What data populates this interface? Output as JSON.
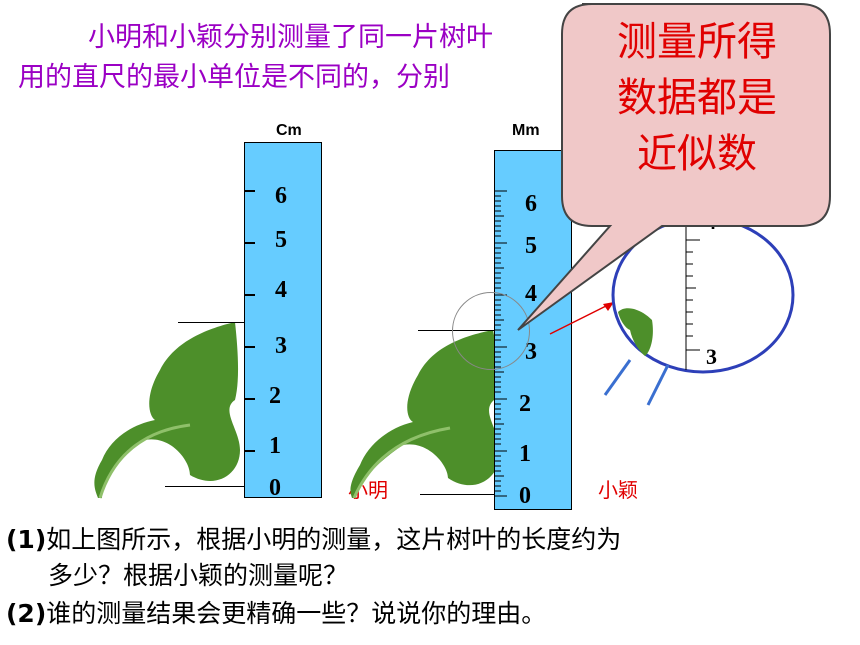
{
  "intro": {
    "line1": "小明和小颖分别测量了同一片树叶",
    "line2": "用的直尺的最小单位是不同的，分别"
  },
  "ruler_left": {
    "unit": "Cm",
    "numbers": [
      "6",
      "5",
      "4",
      "3",
      "2",
      "1",
      "0"
    ],
    "owner": "小明"
  },
  "ruler_right": {
    "unit": "Mm",
    "numbers": [
      "6",
      "5",
      "4",
      "3",
      "2",
      "1",
      "0"
    ],
    "owner": "小颖"
  },
  "zoom": {
    "top": "4",
    "bottom": "3"
  },
  "callout": {
    "lines": [
      "测量所得",
      "数据都是",
      "近似数"
    ]
  },
  "questions": {
    "q1_num": "(1)",
    "q1_line1": "如上图所示，根据小明的测量，这片树叶的长度约为",
    "q1_line2": "多少？根据小颖的测量呢？",
    "q2_num": "(2)",
    "q2_text": "谁的测量结果会更精确一些？说说你的理由。"
  },
  "colors": {
    "ruler": "#66ccff",
    "callout_fill": "#f0c8c8",
    "intro_text": "#9b00c4",
    "label_red": "#e00000"
  }
}
